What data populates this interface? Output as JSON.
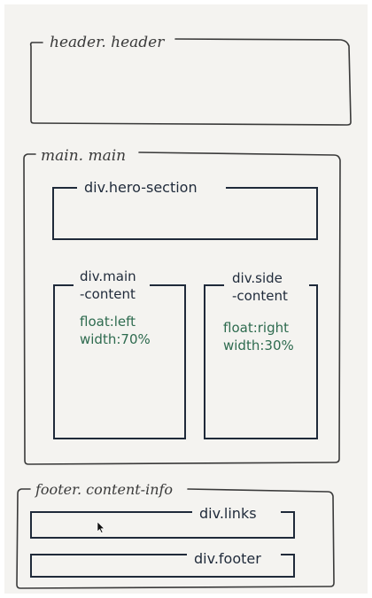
{
  "header": {
    "label": "header. header"
  },
  "main": {
    "label": "main. main",
    "hero": {
      "label": "div.hero-section"
    },
    "main_content": {
      "label_line1": "div.main",
      "label_line2": "-content",
      "note_line1": "float:left",
      "note_line2": "width:70%"
    },
    "side_content": {
      "label_line1": "div.side",
      "label_line2": "-content",
      "note_line1": "float:right",
      "note_line2": "width:30%"
    }
  },
  "footer": {
    "label": "footer. content-info",
    "links": {
      "label": "div.links"
    },
    "footer_box": {
      "label": "div.footer"
    }
  },
  "colors": {
    "paper": "#f4f3f0",
    "ink": "#3a3a3a",
    "box_ink": "#1f2a3a",
    "note": "#2e6b4f"
  }
}
